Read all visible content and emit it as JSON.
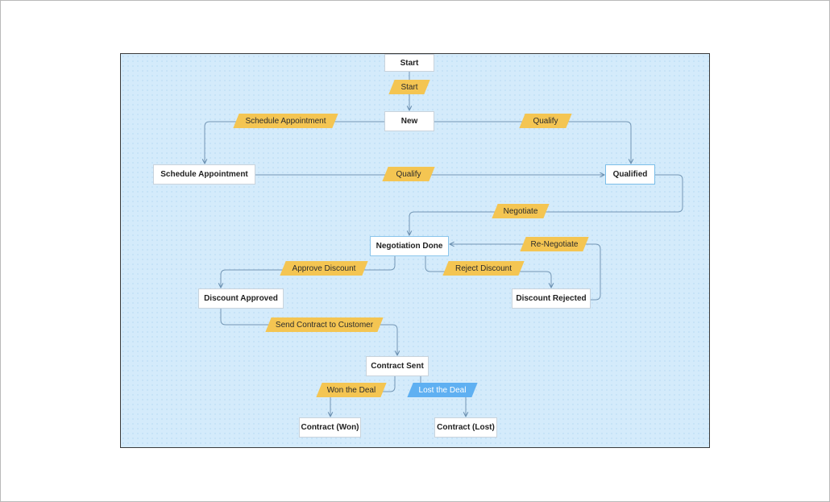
{
  "colors": {
    "canvas_bg": "#d4ebfb",
    "transition_label": "#f4c552",
    "transition_label_highlight": "#5fb0f2",
    "connector": "#6a8fb0"
  },
  "states": {
    "start": "Start",
    "new": "New",
    "schedule_appointment": "Schedule Appointment",
    "qualified": "Qualified",
    "negotiation_done": "Negotiation Done",
    "discount_approved": "Discount Approved",
    "discount_rejected": "Discount Rejected",
    "contract_sent": "Contract Sent",
    "contract_won": "Contract (Won)",
    "contract_lost": "Contract (Lost)"
  },
  "transitions": {
    "start": "Start",
    "schedule_appointment": "Schedule Appointment",
    "qualify_from_new": "Qualify",
    "qualify_from_schedule": "Qualify",
    "negotiate": "Negotiate",
    "re_negotiate": "Re-Negotiate",
    "approve_discount": "Approve Discount",
    "reject_discount": "Reject Discount",
    "send_contract": "Send Contract to Customer",
    "won_the_deal": "Won the Deal",
    "lost_the_deal": "Lost the Deal"
  }
}
